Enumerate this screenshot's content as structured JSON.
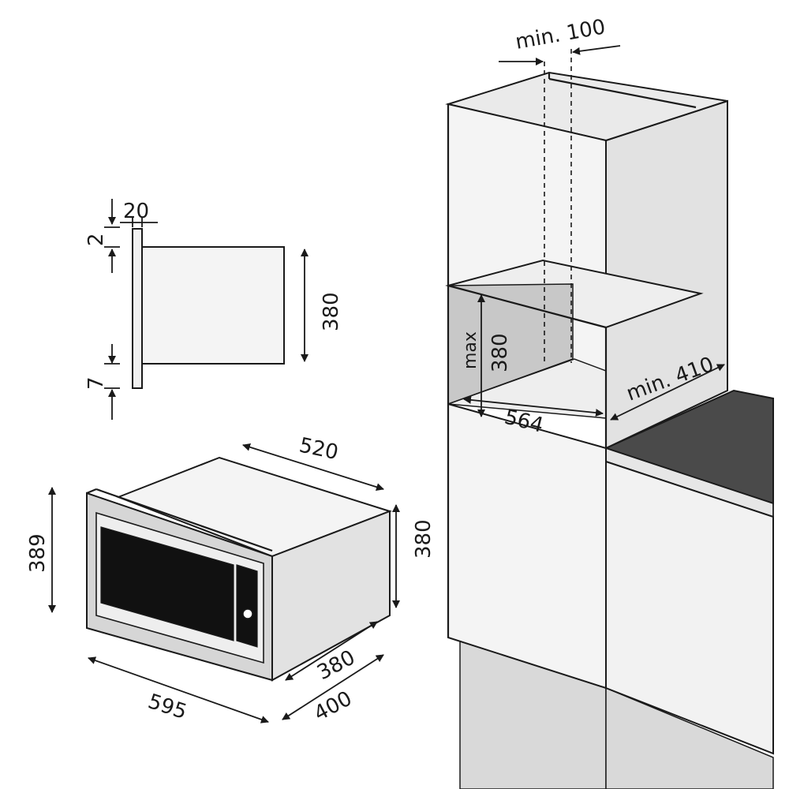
{
  "trim_profile": {
    "width_label": "20",
    "top_gap_label": "2",
    "bottom_gap_label": "7",
    "height_label": "380"
  },
  "appliance": {
    "depth_label": "520",
    "height_label": "380",
    "front_height_label": "389",
    "front_width_label": "595",
    "body_width_label": "380",
    "frame_width_label": "400"
  },
  "cabinet": {
    "vent_gap_label": "min. 100",
    "niche_width_label": "564",
    "niche_height_prefix": "max",
    "niche_height_label": "380",
    "niche_depth_label": "min. 410"
  },
  "colors": {
    "outline": "#1a1a1a",
    "cabinet_face": "#f2f2f2",
    "cabinet_side": "#e2e2e2",
    "cabinet_top": "#eaeaea",
    "niche_shade": "#c8c8c8",
    "plinth": "#d9d9d9",
    "countertop": "#4a4a4a",
    "glass": "#111111",
    "frame": "#d6d6d6"
  }
}
